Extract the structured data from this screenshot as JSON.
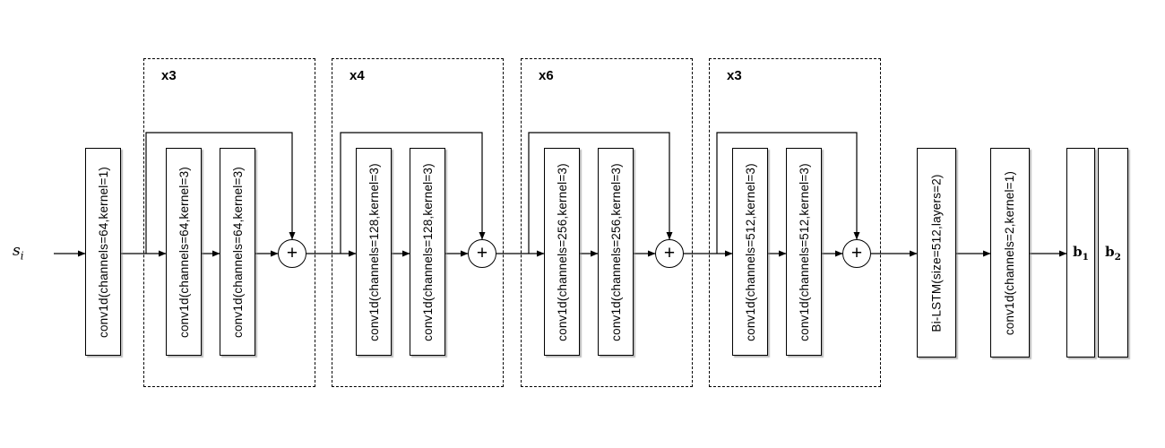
{
  "diagram": {
    "input": {
      "base": "s",
      "sub": "i"
    },
    "plus": "+",
    "stem": {
      "label": "conv1d(channels=64,kernel=1)"
    },
    "groups": [
      {
        "repeat": "x3",
        "conv": "conv1d(channels=64,kernel=3)"
      },
      {
        "repeat": "x4",
        "conv": "conv1d(channels=128,kernel=3)"
      },
      {
        "repeat": "x6",
        "conv": "conv1d(channels=256,kernel=3)"
      },
      {
        "repeat": "x3",
        "conv": "conv1d(channels=512,kernel=3)"
      }
    ],
    "lstm": {
      "label": "Bi-LSTM(size=512,layers=2)"
    },
    "head_conv": {
      "label": "conv1d(channels=2,kernel=1)"
    },
    "outputs": [
      {
        "base": "b",
        "sub": "1"
      },
      {
        "base": "b",
        "sub": "2"
      }
    ],
    "colors": {
      "line": "#000000",
      "border": "#000000",
      "background": "#ffffff"
    }
  }
}
